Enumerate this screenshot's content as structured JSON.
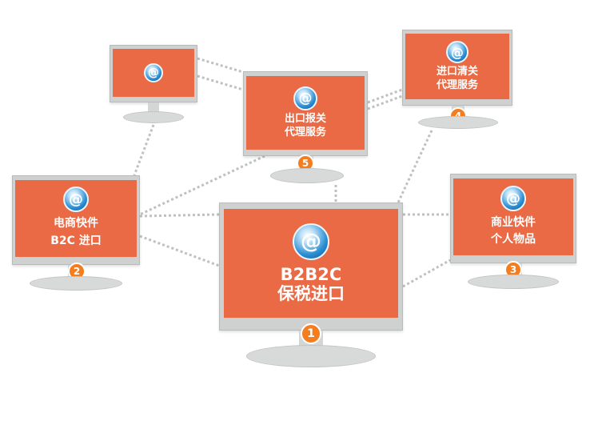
{
  "nodes": [
    {
      "id": "b2b2c",
      "number": "1",
      "lines": [
        "B2B2C",
        "保税进口"
      ]
    },
    {
      "id": "b2c",
      "number": "2",
      "lines": [
        "电商快件",
        "B2C 进口"
      ]
    },
    {
      "id": "personal",
      "number": "3",
      "lines": [
        "商业快件",
        "个人物品"
      ]
    },
    {
      "id": "import",
      "number": "4",
      "lines": [
        "进口清关",
        "代理服务"
      ]
    },
    {
      "id": "export",
      "number": "5",
      "lines": [
        "出口报关",
        "代理服务"
      ]
    },
    {
      "id": "plain",
      "number": "",
      "lines": []
    }
  ],
  "colors": {
    "screen": "#e96a44",
    "badge": "#f47d20",
    "bezel": "#cfd0d0",
    "link": "#bfc0c0"
  },
  "icon": "at-sign-icon"
}
